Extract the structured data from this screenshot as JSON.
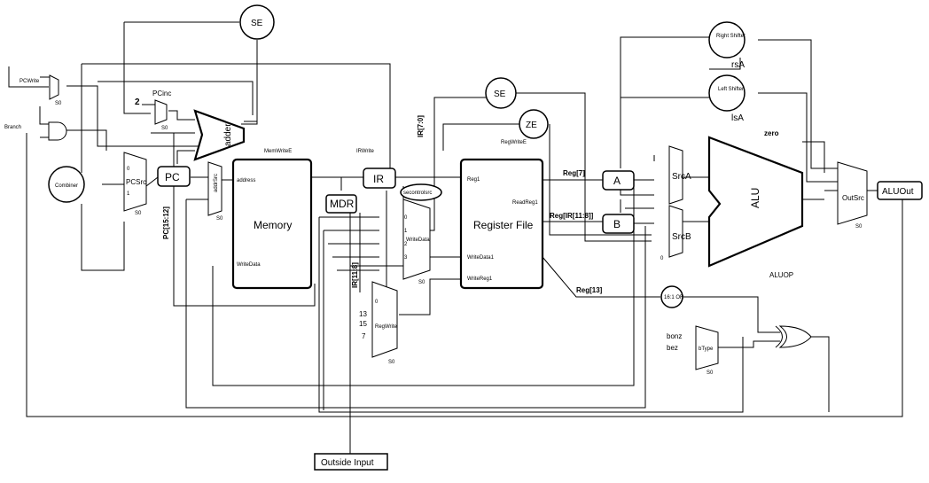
{
  "components": {
    "se_top": "SE",
    "se_mid": "SE",
    "ze": "ZE",
    "adder": "adder",
    "pc": "PC",
    "pcinc": "PCinc",
    "pcwrite": "PCWrite",
    "branch": "Branch",
    "combiner": "Combiner",
    "pcsrc": "PCSrc",
    "addrsrc": "addrSrc",
    "memory": "Memory",
    "memory_address": "address",
    "memory_writedata": "WriteData",
    "memwrite": "MemWriteE",
    "mdr": "MDR",
    "ir": "IR",
    "irwrite": "IRWrite",
    "secontrol": "secontrolsrc",
    "writedata_mux": "WriteData",
    "regwrite_mux": "RegWrite",
    "register_file": "Register File",
    "reg1": "Reg1",
    "readreg1": "ReadReg1",
    "writedata1": "WriteData1",
    "writereg1": "WriteReg1",
    "regwrite_ctrl": "RegWriteE",
    "a": "A",
    "b": "B",
    "srca": "SrcA",
    "srcb": "SrcB",
    "alu": "ALU",
    "aluop": "ALUOP",
    "zero": "zero",
    "right_shifter": "Right Shifter",
    "left_shifter": "Left Shifter",
    "rsa": "rsA",
    "lsa": "lsA",
    "outsrc": "OutSrc",
    "aluout": "ALUOut",
    "btype": "bType",
    "bonz": "bonz",
    "bez": "bez",
    "or16": "16:1 OR",
    "outside_input": "Outside Input"
  },
  "labels": {
    "two": "2",
    "pc_bits": "PC[15:12]",
    "ir_bits": "IR[11:8]",
    "ir_top": "IR[7:0]",
    "reg7": "Reg[7]",
    "reg_ir": "Reg[IR[11:8]]",
    "reg13": "Reg[13]",
    "n13": "13",
    "n15": "15",
    "n7": "7",
    "s0": "S0",
    "in0": "0",
    "in1": "1",
    "in2": "2",
    "in3": "3"
  }
}
